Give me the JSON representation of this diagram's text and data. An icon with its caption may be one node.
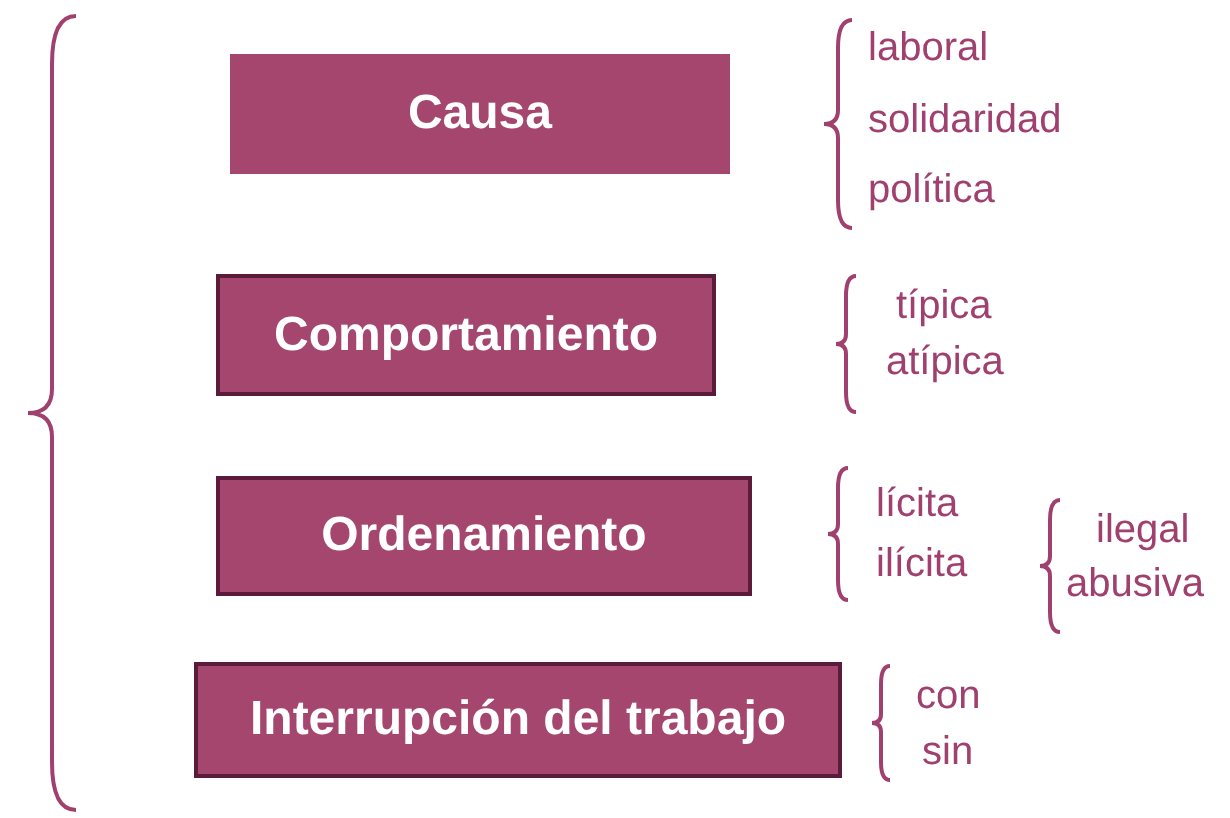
{
  "diagram": {
    "nodes": [
      {
        "text": [
          "Causa"
        ]
      },
      {
        "text": [
          "Comportamiento"
        ]
      },
      {
        "text": [
          "Ordenamiento"
        ]
      },
      {
        "text": [
          "Interrupción del trabajo"
        ]
      }
    ],
    "labels": [
      "laboral",
      "solidaridad",
      "política",
      "típica",
      "atípica",
      "lícita",
      "ilícita",
      "ilegal",
      "abusiva",
      "con",
      "sin"
    ]
  }
}
